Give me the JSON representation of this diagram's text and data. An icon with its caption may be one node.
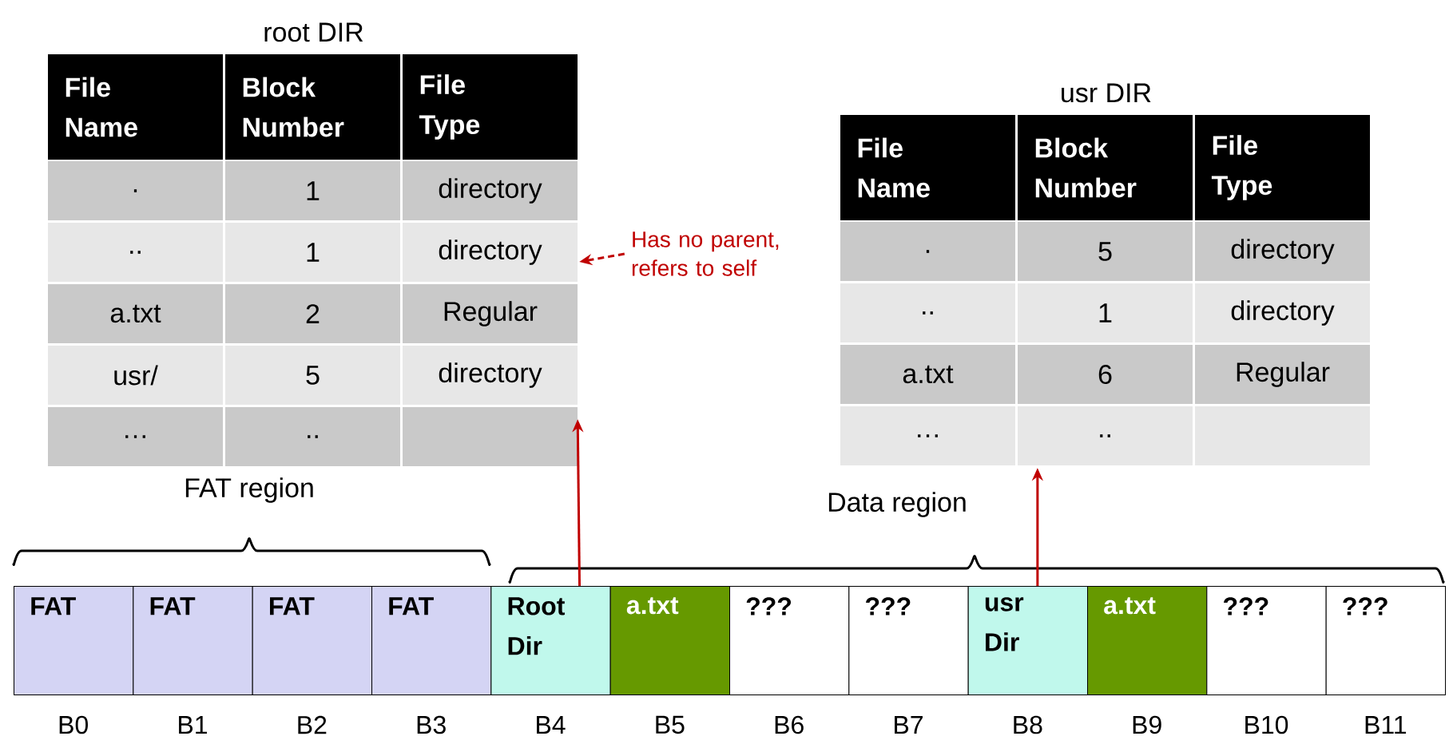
{
  "diagram": {
    "nodes": [
      {
        "text": [
          "root DIR"
        ]
      },
      {
        "text": [
          "usr DIR"
        ]
      },
      {
        "text": [
          "Has no parent, refers to self"
        ]
      },
      {
        "text": [
          "FAT"
        ],
        "beside": [
          "B0"
        ]
      },
      {
        "text": [
          "FAT"
        ],
        "beside": [
          "B1"
        ]
      },
      {
        "text": [
          "FAT"
        ],
        "beside": [
          "B2"
        ]
      },
      {
        "text": [
          "FAT"
        ],
        "beside": [
          "B3"
        ]
      },
      {
        "text": [
          "Root Dir"
        ],
        "beside": [
          "B4"
        ]
      },
      {
        "text": [
          "a.txt"
        ],
        "beside": [
          "B5"
        ]
      },
      {
        "text": [
          "???"
        ],
        "beside": [
          "B6"
        ]
      },
      {
        "text": [
          "???"
        ],
        "beside": [
          "B7"
        ]
      },
      {
        "text": [
          "usr Dir"
        ],
        "beside": [
          "B8"
        ]
      },
      {
        "text": [
          "a.txt"
        ],
        "beside": [
          "B9"
        ]
      },
      {
        "text": [
          "???"
        ],
        "beside": [
          "B10"
        ]
      },
      {
        "text": [
          "???"
        ],
        "beside": [
          "B11"
        ]
      }
    ],
    "edges": [
      {
        "from": 2,
        "to": 0,
        "arrow": "to",
        "style": "dashed",
        "color": "#c00000"
      },
      {
        "from": 7,
        "to": 0,
        "arrow": "to",
        "color": "#c00000"
      },
      {
        "from": 11,
        "to": 1,
        "arrow": "to",
        "color": "#c00000"
      }
    ],
    "labels": [
      "File Name",
      "Block Number",
      "File Type",
      ".",
      "1",
      "directory",
      "..",
      "1",
      "directory",
      "a.txt",
      "2",
      "Regular",
      "usr/",
      "5",
      "directory",
      "…",
      "..",
      "File Name",
      "Block Number",
      "File Type",
      ".",
      "5",
      "directory",
      "..",
      "1",
      "directory",
      "a.txt",
      "6",
      "Regular",
      "…",
      "..",
      "FAT region",
      "Data region"
    ]
  }
}
